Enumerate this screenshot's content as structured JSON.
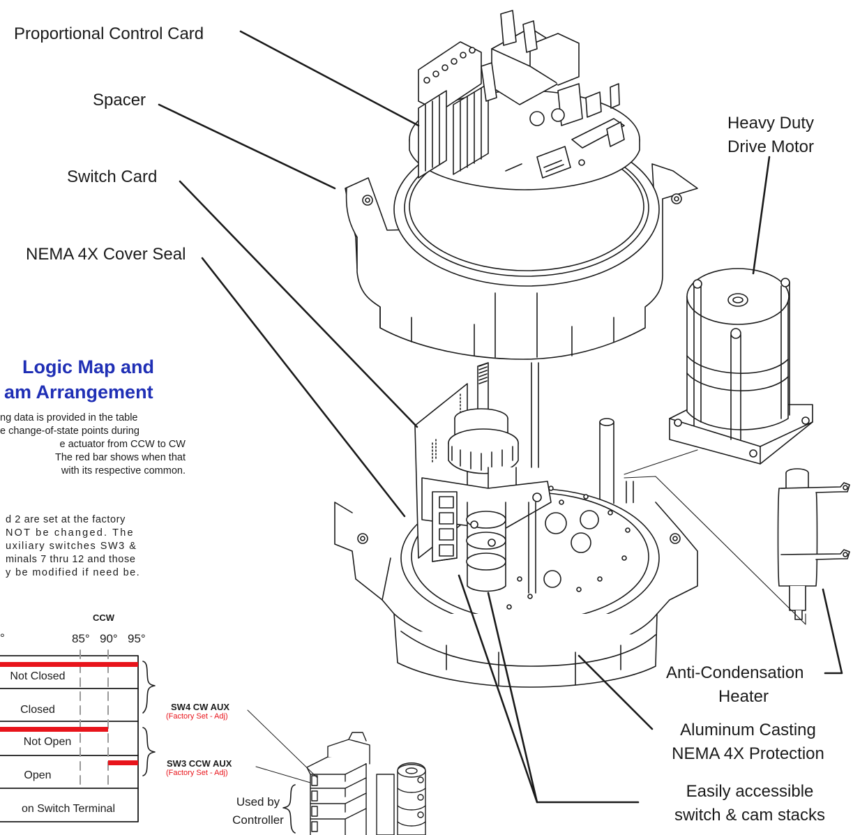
{
  "labels": {
    "proportional_control_card": "Proportional Control Card",
    "spacer": "Spacer",
    "switch_card": "Switch Card",
    "cover_seal": "NEMA 4X Cover Seal",
    "drive_motor_line1": "Heavy Duty",
    "drive_motor_line2": "Drive Motor",
    "heater_line1": "Anti-Condensation",
    "heater_line2": "Heater",
    "casting_line1": "Aluminum Casting",
    "casting_line2": "NEMA 4X Protection",
    "switch_stacks_line1": "Easily accessible",
    "switch_stacks_line2": "switch & cam stacks"
  },
  "section": {
    "title_line1": "Logic Map and",
    "title_line2": "am Arrangement",
    "paragraph1": [
      "ng data is provided in the table",
      "e change-of-state points during",
      "e actuator from CCW to CW",
      "The red bar shows when that",
      "with its respective common."
    ],
    "paragraph2": [
      "d 2 are set at the factory",
      "NOT be changed. The",
      "uxiliary switches SW3 &",
      "minals 7 thru 12 and those",
      "y be modified if need be."
    ]
  },
  "logic_table": {
    "direction": "CCW",
    "angle_partial": "°",
    "angles": [
      "85°",
      "90°",
      "95°"
    ],
    "rows": [
      "Not Closed",
      "Closed",
      "Not Open",
      "Open"
    ],
    "footer": "on Switch Terminal",
    "accent_color": "#e8141b"
  },
  "switches": {
    "sw4": {
      "name": "SW4 CW AUX",
      "note": "(Factory Set - Adj)"
    },
    "sw3": {
      "name": "SW3 CCW AUX",
      "note": "(Factory Set - Adj)"
    },
    "used_by_line1": "Used by",
    "used_by_line2": "Controller"
  }
}
